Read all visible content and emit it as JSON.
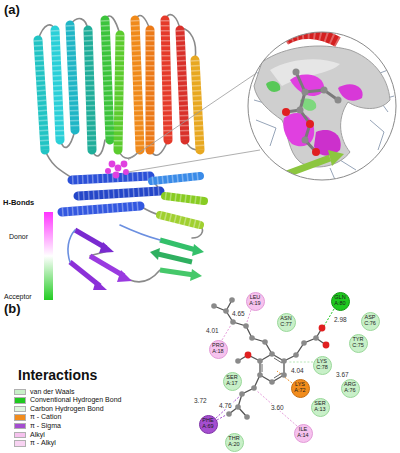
{
  "diagram": {
    "nodes": [
      {
        "text": [
          "LEU A:19"
        ]
      },
      {
        "text": [
          "GLN A:80"
        ]
      },
      {
        "text": [
          "ASN C:77"
        ]
      },
      {
        "text": [
          "ASP C:76"
        ]
      },
      {
        "text": [
          "TYR C:75"
        ]
      },
      {
        "text": [
          "PRO A:18"
        ]
      },
      {
        "text": [
          "LYS C:78"
        ]
      },
      {
        "text": [
          "ARG A:76"
        ]
      },
      {
        "text": [
          "SER A:17"
        ]
      },
      {
        "text": [
          "LYS A:72"
        ]
      },
      {
        "text": [
          "SER A:13"
        ]
      },
      {
        "text": [
          "PHE A:69"
        ]
      },
      {
        "text": [
          "ILE A:14"
        ]
      },
      {
        "text": [
          "THR A:20"
        ]
      }
    ],
    "labels": [
      "(a)",
      "H-Bonds",
      "(b)",
      "Interactions",
      "4.65",
      "2.98",
      "4.01",
      "4.04",
      "3.67",
      "3.72",
      "4.76",
      "3.60"
    ],
    "legend": [
      {
        "text": "Donor",
        "color": "#ff33ff"
      },
      {
        "text": "Acceptor",
        "color": "#22cc22"
      },
      {
        "text": "van der Waals",
        "color": "#c8f0c8"
      },
      {
        "text": "Conventional Hydrogen Bond",
        "color": "#1fc81f"
      },
      {
        "text": "Carbon Hydrogen Bond",
        "color": "#e0f5e0"
      },
      {
        "text": "π - Cation",
        "color": "#f28c1c"
      },
      {
        "text": "π - Sigma",
        "color": "#a54ed0"
      },
      {
        "text": "Alkyl",
        "color": "#f6c2ee"
      },
      {
        "text": "π - Alkyl",
        "color": "#f8d3f2"
      }
    ]
  }
}
